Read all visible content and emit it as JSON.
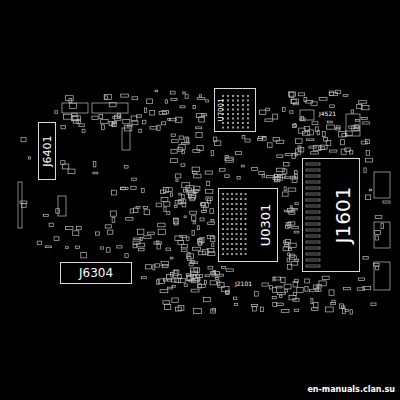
{
  "diagram": {
    "nodes": [
      {
        "text": [
          "J6401"
        ]
      },
      {
        "text": [
          "U7001"
        ]
      },
      {
        "text": [
          "U0301"
        ]
      },
      {
        "text": [
          "J1601"
        ]
      },
      {
        "text": [
          "J6304"
        ]
      }
    ],
    "labels": [
      "J4521",
      "J2101",
      "en-manuals.clan.su"
    ]
  }
}
